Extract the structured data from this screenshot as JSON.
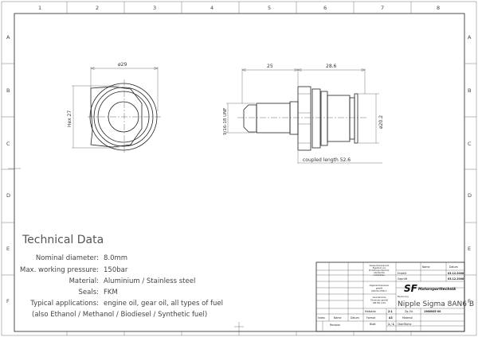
{
  "grid": {
    "columns": [
      "1",
      "2",
      "3",
      "4",
      "5",
      "6",
      "7",
      "8"
    ],
    "rows": [
      "A",
      "B",
      "C",
      "D",
      "E",
      "F"
    ]
  },
  "front_view": {
    "diameter": "ø29",
    "hex": "Hex 27"
  },
  "side_view": {
    "dim_left": "25",
    "dim_right": "28.6",
    "thread": "9/16-18 UNF",
    "diameter": "ø20.2",
    "coupled_length": "coupled length 52.6"
  },
  "technical_data": {
    "title": "Technical Data",
    "rows": [
      {
        "label": "Nominal diameter:",
        "value": "8.0mm"
      },
      {
        "label": "Max. working pressure:",
        "value": "150bar"
      },
      {
        "label": "Material:",
        "value": "Aluminium / Stainless steel"
      },
      {
        "label": "Seals:",
        "value": "FKM"
      },
      {
        "label": "Typical applications:",
        "value": "engine oil, gear oil, all types of fuel"
      }
    ],
    "note": "(also Ethanol / Methanol / Biodiesel / Synthetic fuel)"
  },
  "title_block": {
    "copyright": [
      "Dieses Dokument ist",
      "Eigentum von",
      "SF Motorsporttechnik.",
      "Alle Rechte",
      "vorbehalten."
    ],
    "tolerances": [
      "Allgemeintoleranzen",
      "gemäß",
      "DIN ISO 2768-m"
    ],
    "geometric": [
      "Geometrische",
      "Toleranzen gemäß",
      "DIN ISO 1101"
    ],
    "name_header": "Name",
    "date_header": "Datum",
    "erstellt": "Erstellt",
    "erstellt_date": "03.12.2008",
    "geprueft": "Geprüft",
    "geprueft_date": "03.12.2008",
    "logo_sf": "SF",
    "logo_text": "Motorsporttechnik",
    "benennung": "Benennung",
    "part_name": "Nipple Sigma 8AN6 B",
    "massstab_label": "Maßstab",
    "massstab": "2:1",
    "zgnr_label": "Zg.-Nr.",
    "zgnr": "1966005-00",
    "format_label": "Format",
    "format": "A3",
    "material_label": "Material",
    "blatt_label": "Blatt",
    "blatt": "1 / 1",
    "oberflaeche_label": "Oberfläche",
    "index": "Index",
    "name": "Name",
    "datum": "Datum",
    "revision": "Revision"
  }
}
